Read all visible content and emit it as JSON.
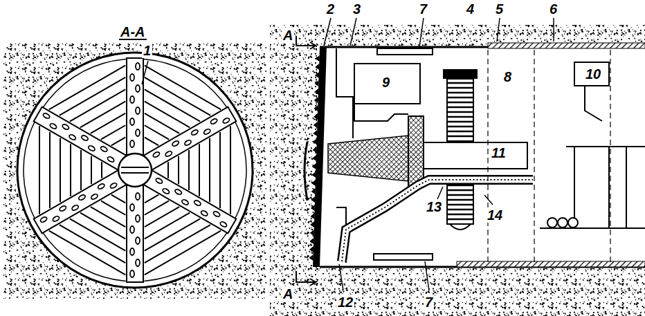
{
  "diagram": {
    "labels": [
      "A-A",
      "1",
      "A",
      "2",
      "3",
      "7",
      "4",
      "5",
      "6",
      "9",
      "8",
      "10",
      "11",
      "A",
      "12",
      "7",
      "13",
      "14"
    ]
  }
}
